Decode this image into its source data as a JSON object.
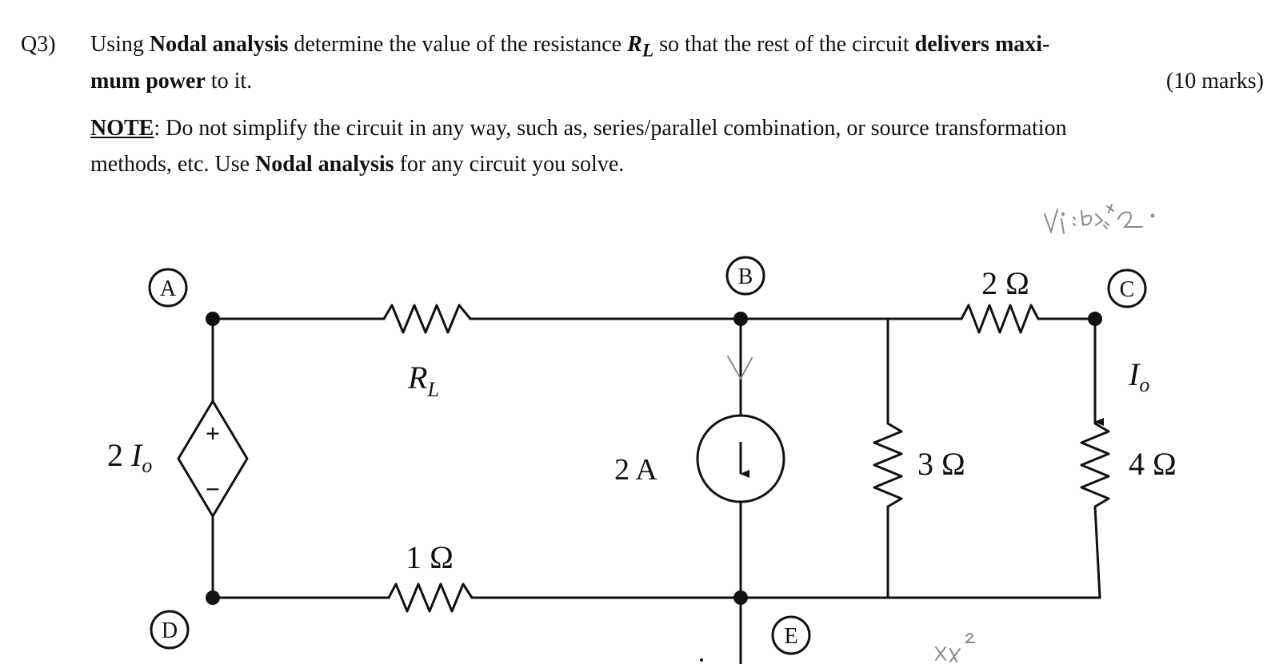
{
  "question": {
    "number": "Q3)",
    "line1_part1": "Using ",
    "line1_bold1": "Nodal analysis",
    "line1_part2": " determine the value of the resistance ",
    "line1_rl": "R",
    "line1_rl_sub": "L",
    "line1_part3": " so that the rest of the circuit ",
    "line1_bold2": "delivers maxi-",
    "line2_bold": "mum power",
    "line2_rest": " to it.",
    "marks": "(10 marks)"
  },
  "note": {
    "label": "NOTE",
    "line1_rest": ": Do not simplify the circuit in any way, such as, series/parallel combination, or source transformation",
    "line2_part1": "methods, etc. Use ",
    "line2_bold": "Nodal analysis",
    "line2_part2": " for any circuit you solve."
  },
  "circuit": {
    "nodes": {
      "A": "A",
      "B": "B",
      "C": "C",
      "D": "D",
      "E": "E"
    },
    "rl_label": "R",
    "rl_sub": "L",
    "r_2ohm": "2 Ω",
    "r_3ohm": "3 Ω",
    "r_4ohm": "4 Ω",
    "r_1ohm": "1 Ω",
    "current_source": "2 A",
    "dep_source_coeff": "2 ",
    "dep_source_var": "I",
    "dep_source_sub": "o",
    "io_var": "I",
    "io_sub": "o",
    "plus": "+",
    "minus": "−"
  },
  "handwriting": {
    "top_right": "Vi·b>+=2.",
    "bottom": "xx²"
  },
  "colors": {
    "ink": "#111111",
    "pencil": "#8a8a8a",
    "background": "#ffffff"
  }
}
